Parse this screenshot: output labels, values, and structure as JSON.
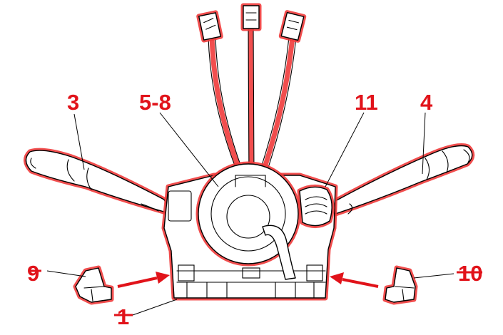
{
  "callouts": [
    {
      "id": "c1",
      "text": "1"
    },
    {
      "id": "c3",
      "text": "3"
    },
    {
      "id": "c4",
      "text": "4"
    },
    {
      "id": "c58",
      "text": "5-8"
    },
    {
      "id": "c9",
      "text": "9"
    },
    {
      "id": "c10",
      "text": "10"
    },
    {
      "id": "c11",
      "text": "11"
    }
  ],
  "colors": {
    "highlight": "#e1131a",
    "outline": "#000000",
    "background": "#ffffff"
  }
}
